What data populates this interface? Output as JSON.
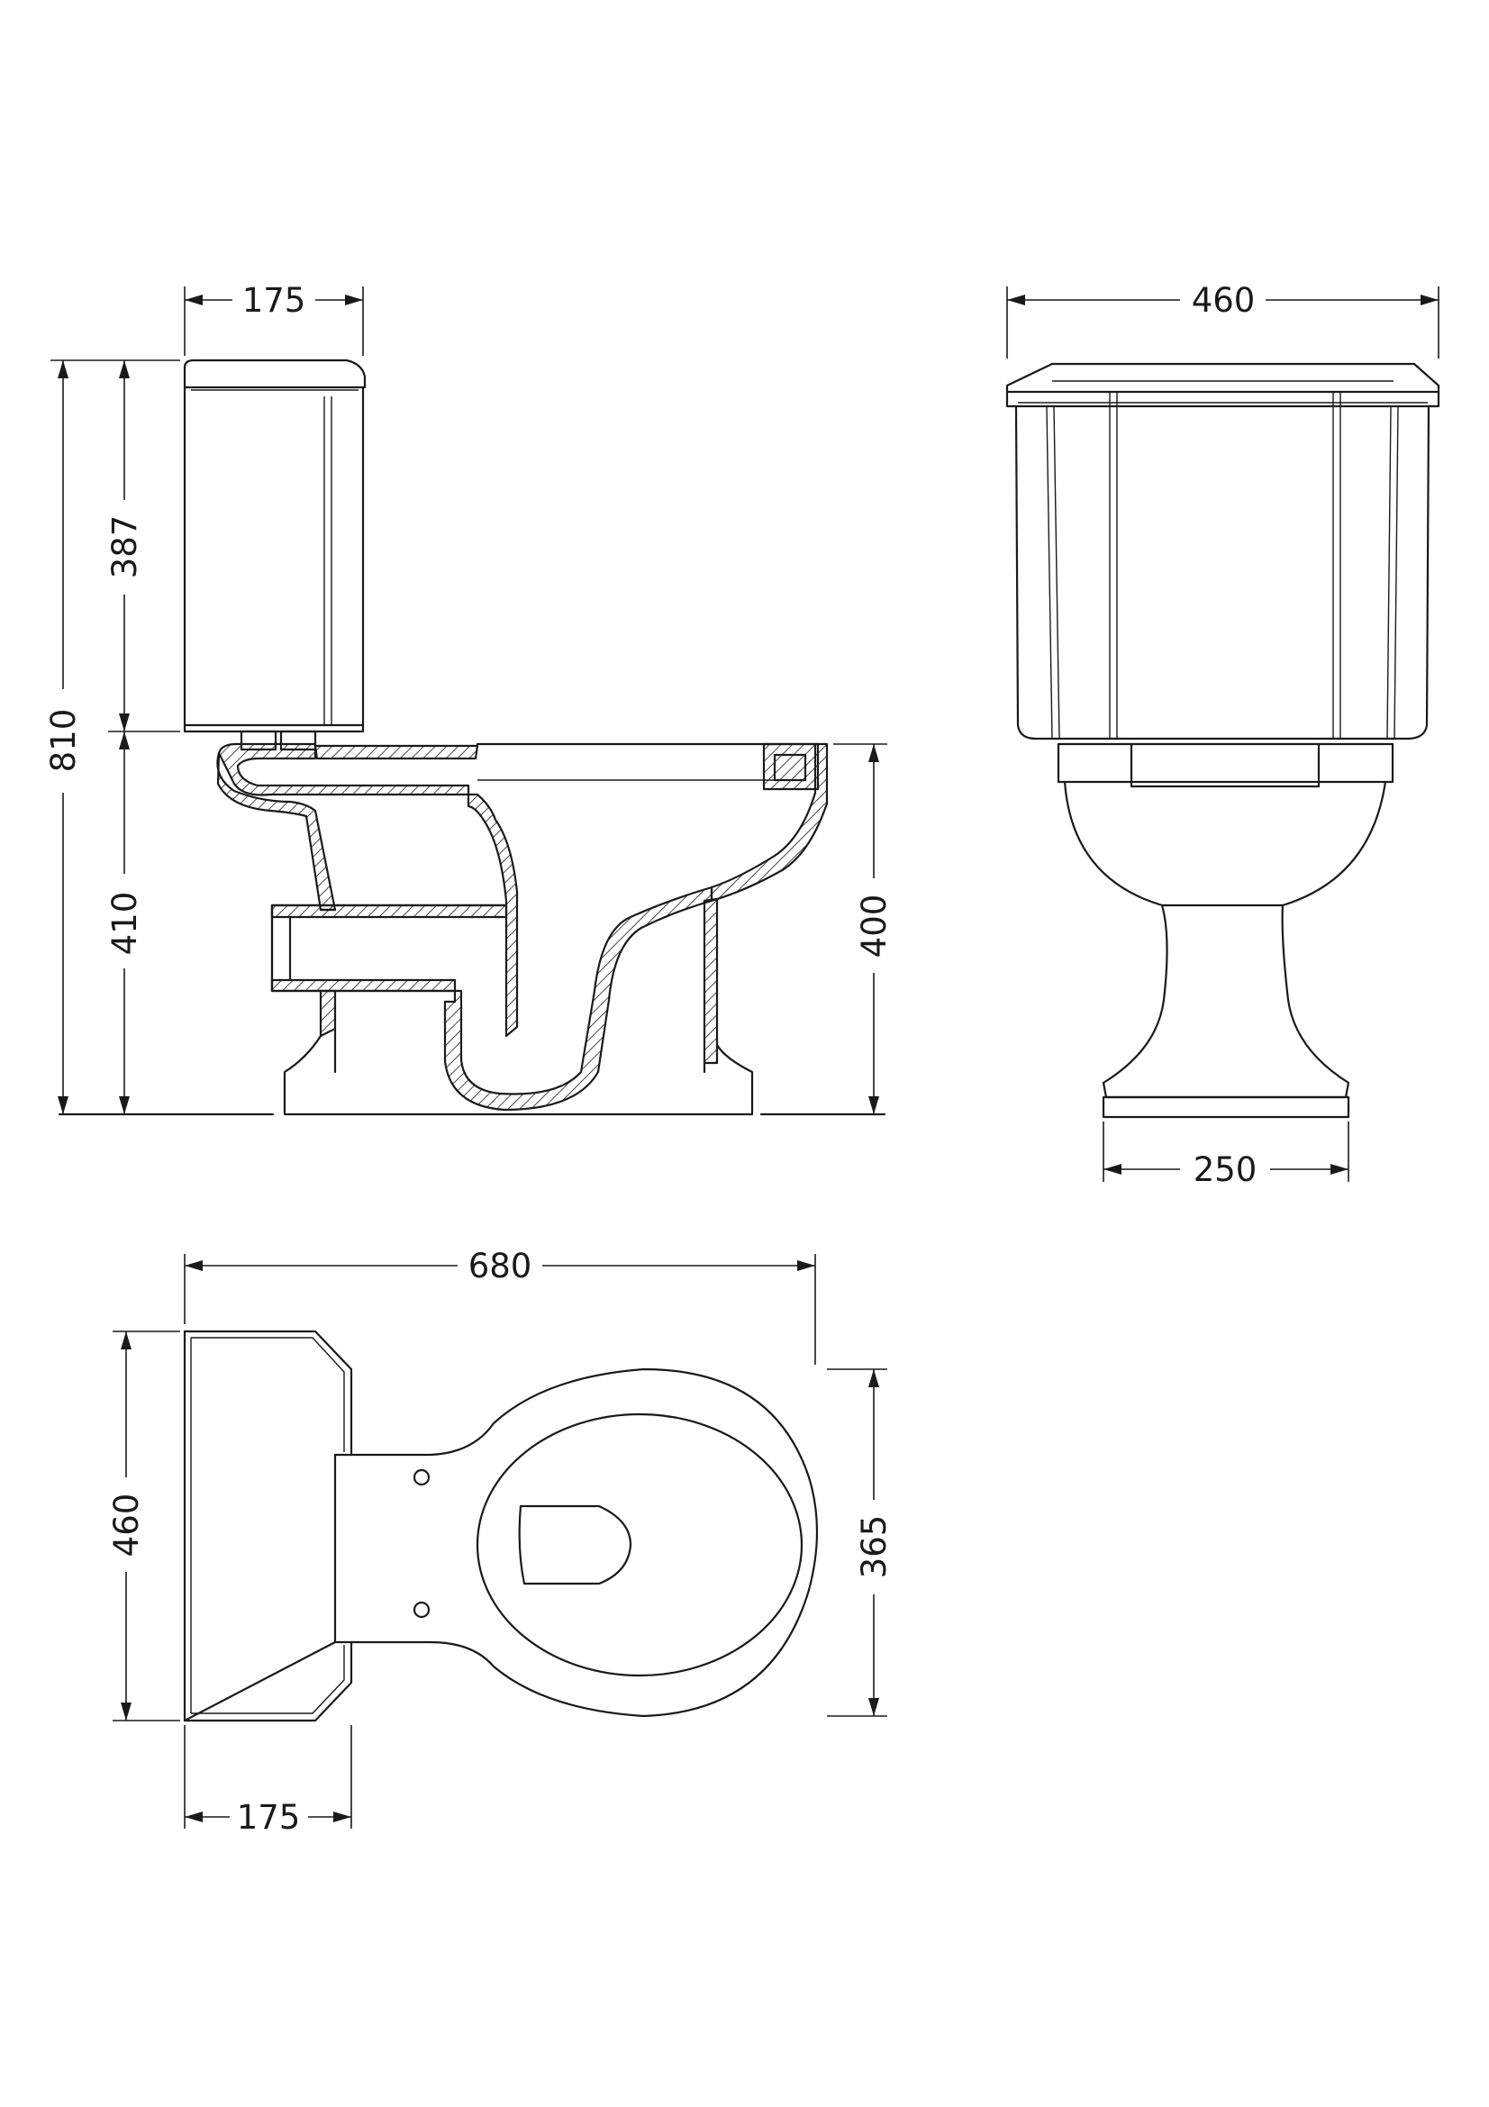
{
  "dimensions": {
    "side_tank_depth": "175",
    "overall_height": "810",
    "tank_height": "387",
    "pan_height_left": "410",
    "pan_height_right": "400",
    "front_width": "460",
    "pedestal_width": "250",
    "plan_length": "680",
    "plan_width": "460",
    "bowl_width": "365",
    "plan_tank_depth": "175"
  },
  "colors": {
    "line": "#1a1a1a",
    "background": "#ffffff"
  }
}
